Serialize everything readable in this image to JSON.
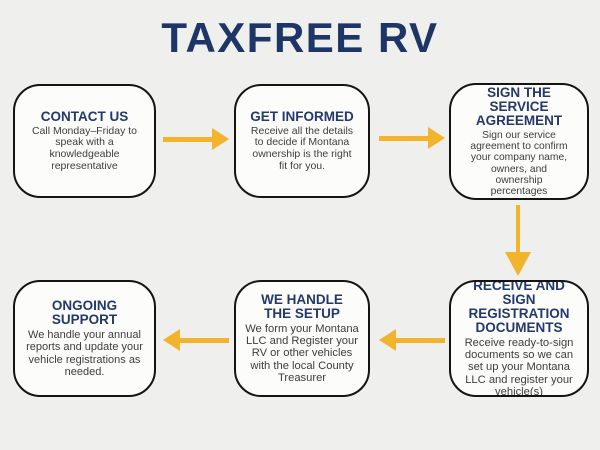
{
  "title": "TAXFREE RV",
  "colors": {
    "background": "#EFEFED",
    "box_fill": "#FCFCFB",
    "box_border": "#141414",
    "heading_navy": "#24396B",
    "title_navy": "#1E3665",
    "body_text": "#3D3D3D",
    "arrow_yellow": "#F2B32D"
  },
  "steps": [
    {
      "heading": "CONTACT US",
      "body": "Call Monday–Friday to\nspeak with a\nknowledgeable\nrepresentative"
    },
    {
      "heading": "GET INFORMED",
      "body": "Receive all the details\nto decide if Montana\nownership is the right\nfit for you."
    },
    {
      "heading": "SIGN THE\nSERVICE\nAGREEMENT",
      "body": "Sign our service\nagreement to confirm\nyour company name,\nowners, and\nownership\npercentages"
    },
    {
      "heading": "RECEIVE AND\nSIGN\nREGISTRATION\nDOCUMENTS",
      "body": "Receive ready-to-sign\ndocuments so we can\nset up your Montana\nLLC and register your\nvehicle(s)"
    },
    {
      "heading": "WE HANDLE\nTHE SETUP",
      "body": "We form your Montana\nLLC and Register your\nRV or other vehicles\nwith the local County\nTreasurer"
    },
    {
      "heading": "ONGOING\nSUPPORT",
      "body": "We handle your annual\nreports and update your\nvehicle registrations as\nneeded."
    }
  ],
  "arrows": [
    {
      "direction": "right",
      "from": "contact-us",
      "to": "get-informed"
    },
    {
      "direction": "right",
      "from": "get-informed",
      "to": "sign-the-service-agreement"
    },
    {
      "direction": "down",
      "from": "sign-the-service-agreement",
      "to": "receive-and-sign-registration-documents"
    },
    {
      "direction": "left",
      "from": "receive-and-sign-registration-documents",
      "to": "we-handle-the-setup"
    },
    {
      "direction": "left",
      "from": "we-handle-the-setup",
      "to": "ongoing-support"
    }
  ]
}
